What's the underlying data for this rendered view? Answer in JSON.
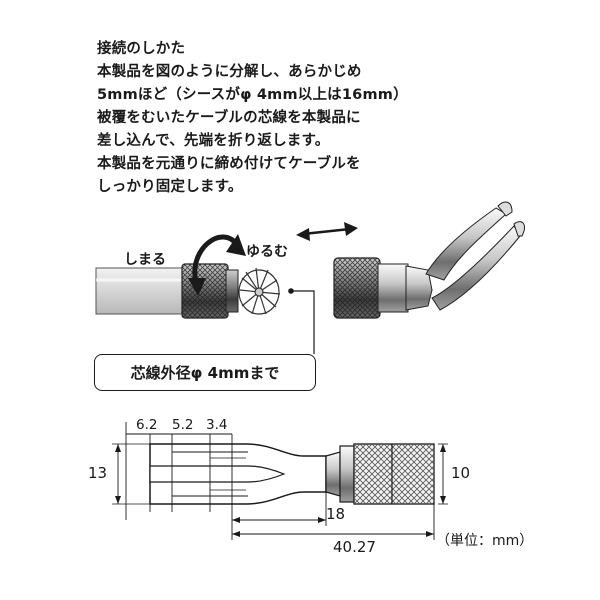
{
  "instructions": {
    "heading": "接続のしかた",
    "lines": [
      "本製品を図のように分解し、あらかじめ",
      "5mmほど（シースがφ 4mm以上は16mm）",
      "被覆をむいたケーブルの芯線を本製品に",
      "差し込んで、先端を折り返します。",
      "本製品を元通りに締め付けてケーブルを",
      "しっかり固定します。"
    ]
  },
  "labels": {
    "tighten": "しまる",
    "loosen": "ゆるむ",
    "callout": "芯線外径φ 4mmまで"
  },
  "dimensions": {
    "d1": "6.2",
    "d2": "5.2",
    "d3": "3.4",
    "height_left": "13",
    "height_right": "10",
    "len_18": "18",
    "len_total": "40.27",
    "unit": "（単位：mm）"
  },
  "colors": {
    "ink": "#1a1a1a",
    "metal_light": "#e6e6e6",
    "metal_mid": "#9a9a9a",
    "metal_dark": "#3a3a3a"
  }
}
